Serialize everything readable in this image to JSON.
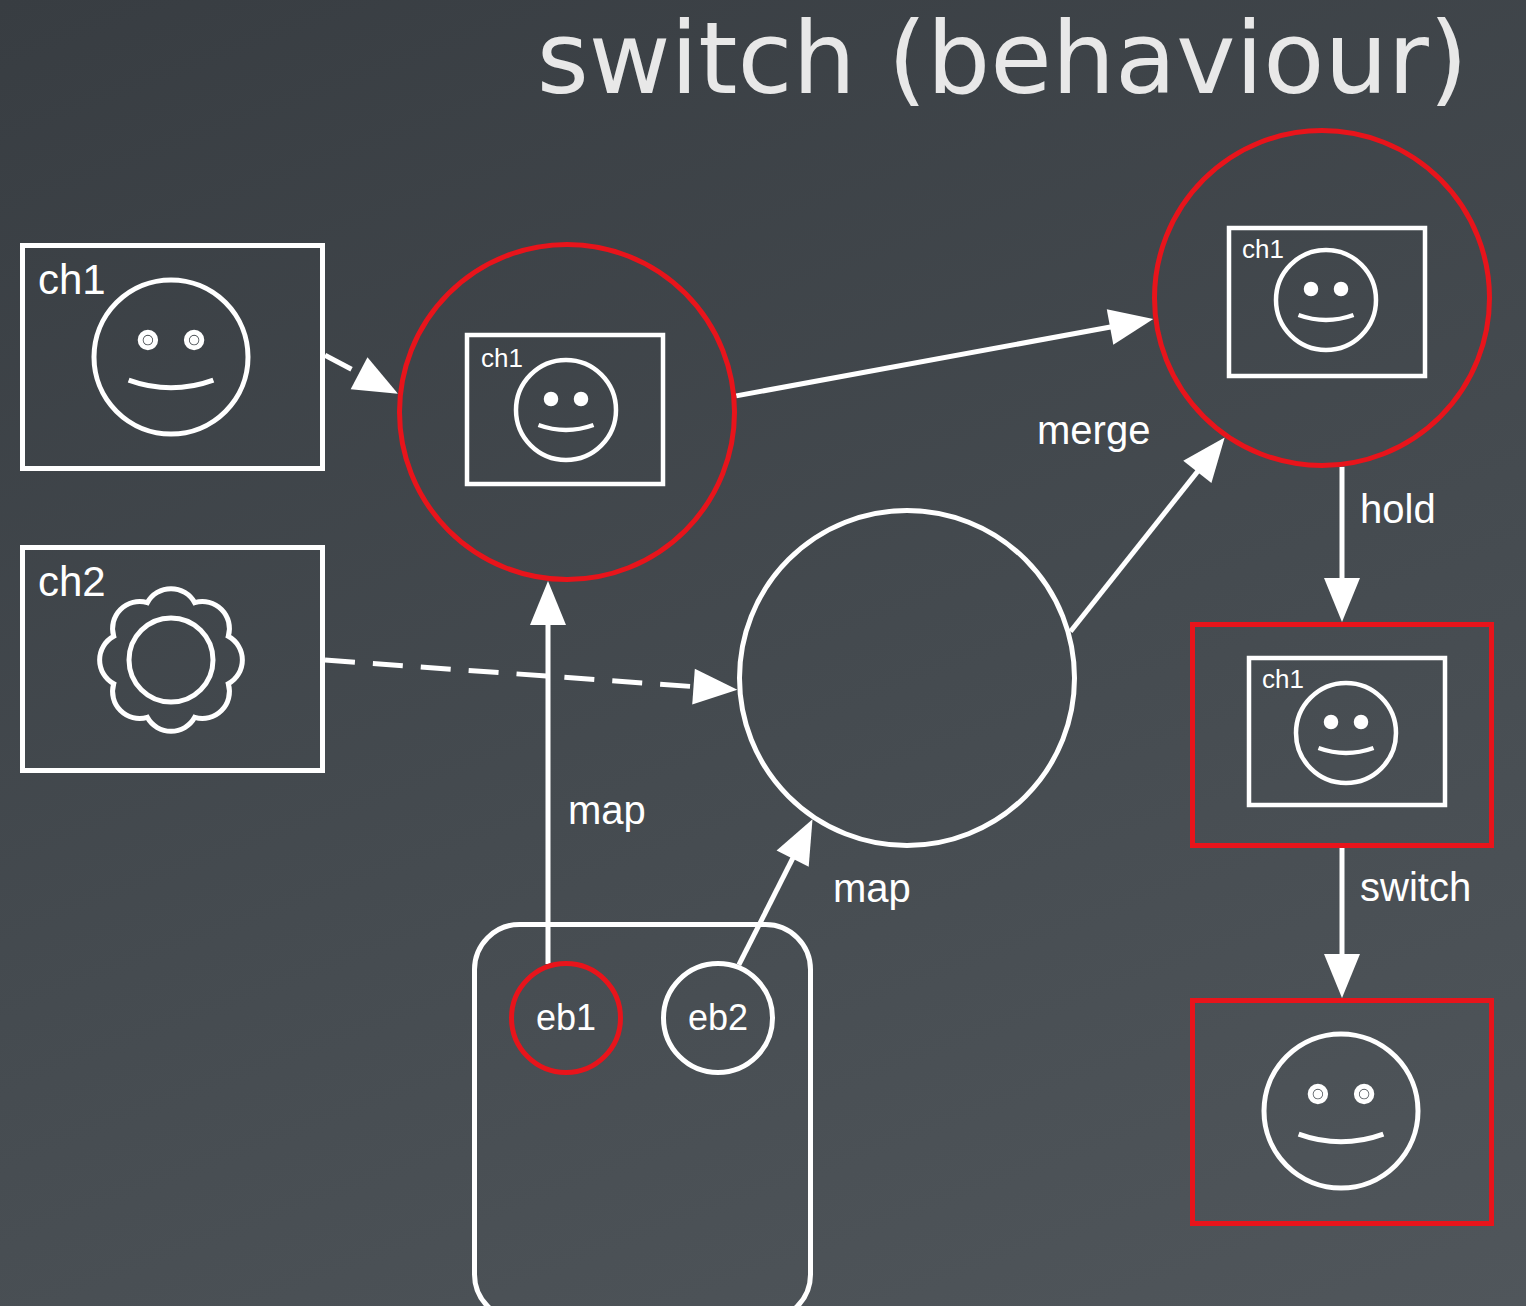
{
  "diagram": {
    "title": "switch (behaviour)",
    "nodes": [
      {
        "text": [
          "ch1"
        ]
      },
      {
        "text": [
          "ch1"
        ]
      },
      {
        "text": [
          "ch1"
        ]
      },
      {
        "text": [
          "ch2"
        ]
      },
      {
        "text": []
      },
      {
        "text": [
          "ch1"
        ]
      },
      {
        "text": []
      },
      {
        "text": [
          "eb1"
        ],
        "in": 6
      },
      {
        "text": [
          "eb2"
        ],
        "in": 6
      },
      {
        "text": []
      }
    ],
    "edges": [
      {
        "from": 0,
        "to": 1,
        "arrow": "to"
      },
      {
        "from": 3,
        "to": 4,
        "arrow": "to"
      },
      {
        "from": 7,
        "to": 1,
        "label": "map",
        "arrow": "to"
      },
      {
        "from": 8,
        "to": 4,
        "label": "map",
        "arrow": "to"
      },
      {
        "from": 1,
        "to": 2,
        "arrow": "to"
      },
      {
        "from": 4,
        "to": 2,
        "label": "merge",
        "arrow": "to"
      },
      {
        "from": 2,
        "to": 5,
        "label": "hold",
        "arrow": "to"
      },
      {
        "from": 5,
        "to": 9,
        "label": "switch",
        "arrow": "to"
      }
    ]
  }
}
